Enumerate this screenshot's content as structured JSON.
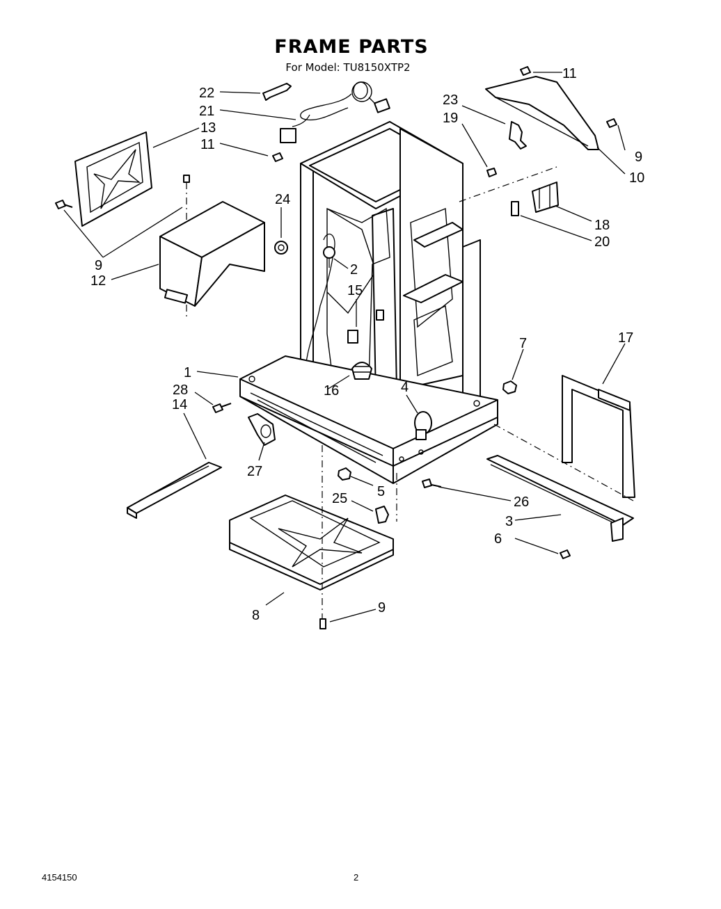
{
  "title": "FRAME PARTS",
  "subtitle": "For Model: TU8150XTP2",
  "footer": {
    "left": "4154150",
    "center": "2"
  },
  "callouts": {
    "c1": "1",
    "c2": "2",
    "c3": "3",
    "c4": "4",
    "c5": "5",
    "c6": "6",
    "c7": "7",
    "c8": "8",
    "c9a": "9",
    "c9b": "9",
    "c9c": "9",
    "c10": "10",
    "c11a": "11",
    "c11b": "11",
    "c12": "12",
    "c13": "13",
    "c14": "14",
    "c15": "15",
    "c16": "16",
    "c17": "17",
    "c18": "18",
    "c19": "19",
    "c20": "20",
    "c21": "21",
    "c22": "22",
    "c23": "23",
    "c24": "24",
    "c25": "25",
    "c26": "26",
    "c27": "27",
    "c28": "28"
  }
}
